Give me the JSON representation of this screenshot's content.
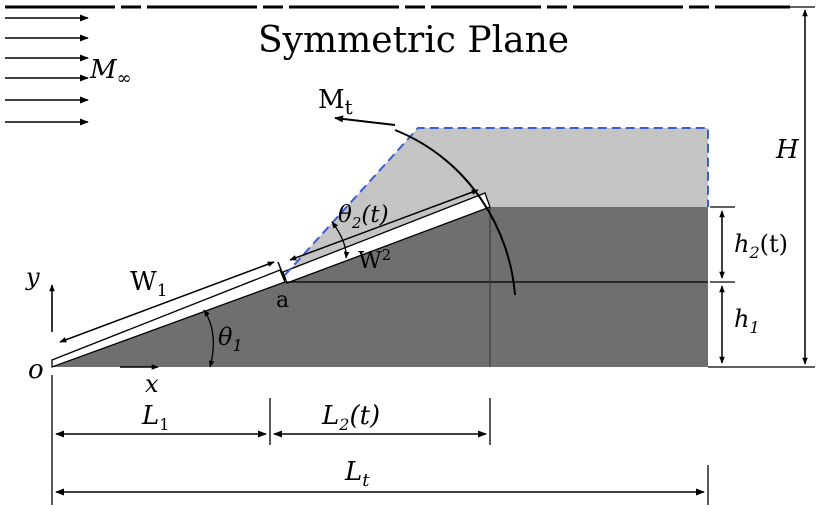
{
  "diagram": {
    "title": "Symmetric Plane",
    "freestream": {
      "label_main": "M",
      "label_sub": "∞"
    },
    "tip_speed": {
      "label_main": "M",
      "label_sub": "t"
    },
    "walls": {
      "w1": {
        "label_main": "W",
        "label_sub": "1"
      },
      "w2": {
        "label_main": "W",
        "label_sub": "2"
      }
    },
    "angles": {
      "theta1": {
        "label_main": "θ",
        "label_sub": "1"
      },
      "theta2": {
        "label_main": "θ",
        "label_sub": "2",
        "label_tail": "(t)"
      }
    },
    "points": {
      "a": "a",
      "origin": "o"
    },
    "axes": {
      "x": "x",
      "y": "y"
    },
    "heights": {
      "H": "H",
      "h1": {
        "label_main": "h",
        "label_sub": "1"
      },
      "h2": {
        "label_main": "h",
        "label_sub": "2",
        "label_tail": "(t)"
      }
    },
    "lengths": {
      "L1": {
        "label_main": "L",
        "label_sub": "1"
      },
      "L2": {
        "label_main": "L",
        "label_sub": "2",
        "label_tail": "(t)"
      },
      "Lt": {
        "label_main": "L",
        "label_sub": "t"
      }
    },
    "colors": {
      "dark_region": "#6f6f6f",
      "light_region": "#c4c4c4",
      "dashed_outline": "#3a5fd0",
      "lines": "#000000"
    }
  }
}
